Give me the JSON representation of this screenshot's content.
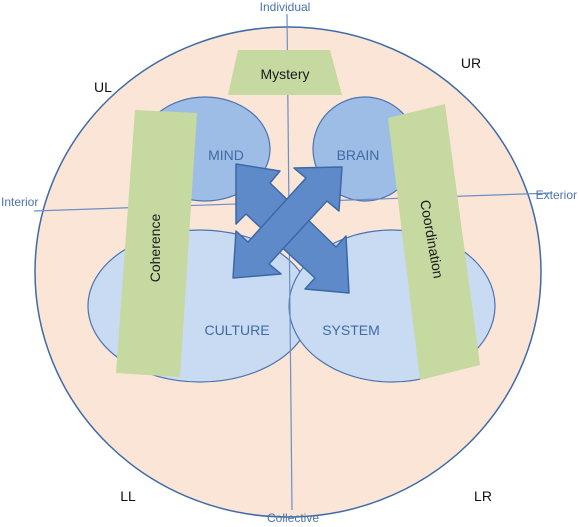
{
  "axes": {
    "top": "Individual",
    "bottom": "Collective",
    "left": "Interior",
    "right": "Exterior"
  },
  "quadrants": {
    "upper_left": "UL",
    "upper_right": "UR",
    "lower_left": "LL",
    "lower_right": "LR"
  },
  "ellipses": {
    "mind": "MIND",
    "brain": "BRAIN",
    "culture": "CULTURE",
    "system": "SYSTEM"
  },
  "bands": {
    "top": "Mystery",
    "left": "Coherence",
    "right": "Coordination"
  },
  "colors": {
    "circle_fill": "#fbe5d6",
    "circle_stroke": "#3f6aa6",
    "axis_line": "#6b8fc6",
    "axis_label": "#4a72b0",
    "upper_ellipse_fill": "#9dbde6",
    "lower_ellipse_fill": "#c9dbf2",
    "ellipse_stroke": "#4a74b2",
    "ellipse_text": "#3f6aa6",
    "green_band": "#c5d9a0",
    "arrow_fill": "#5e8ac9",
    "arrow_stroke": "#3c68a8",
    "quadrant_text": "#111111"
  }
}
